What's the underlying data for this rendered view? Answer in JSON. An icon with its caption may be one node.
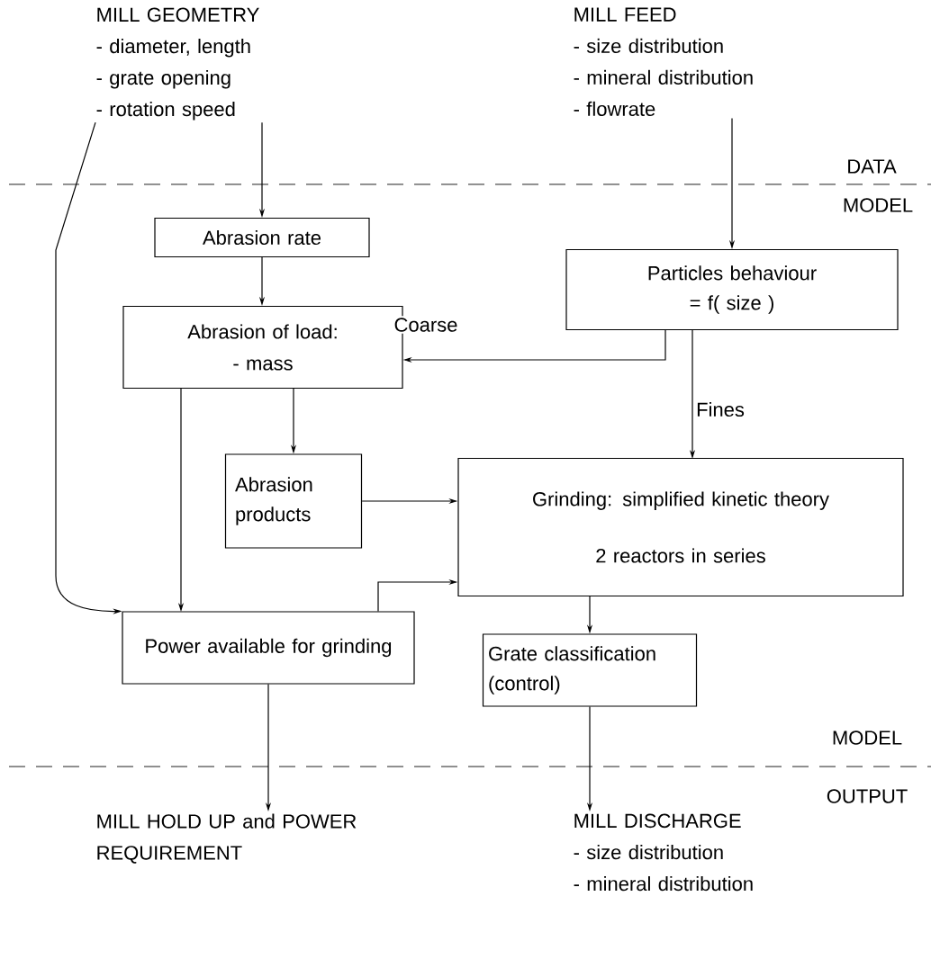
{
  "diagram": {
    "nodes": [
      {
        "text": [
          "MILL GEOMETRY",
          "- diameter, length",
          "- grate opening",
          "- rotation speed"
        ]
      },
      {
        "text": [
          "MILL FEED",
          "- size distribution",
          "- mineral distribution",
          "- flowrate"
        ]
      },
      {
        "text": [
          "Abrasion rate"
        ]
      },
      {
        "text": [
          "Particles behaviour = f( size )"
        ]
      },
      {
        "text": [
          "Abrasion of load:",
          "- mass"
        ]
      },
      {
        "text": [
          "Abrasion products"
        ]
      },
      {
        "text": [
          "Grinding: simplified kinetic theory",
          "2 reactors in series"
        ]
      },
      {
        "text": [
          "Power available for grinding"
        ]
      },
      {
        "text": [
          "Grate classification (control)"
        ]
      },
      {
        "text": [
          "MILL HOLD UP and POWER REQUIREMENT"
        ]
      },
      {
        "text": [
          "MILL DISCHARGE",
          "- size distribution",
          "- mineral distribution"
        ]
      }
    ],
    "edges": [
      {
        "from": 0,
        "to": 2,
        "arrow": "to"
      },
      {
        "from": 0,
        "to": 7,
        "arrow": "to"
      },
      {
        "from": 1,
        "to": 3,
        "arrow": "to"
      },
      {
        "from": 2,
        "to": 4,
        "arrow": "to"
      },
      {
        "from": 3,
        "to": 4,
        "arrow": "to",
        "label": "Coarse"
      },
      {
        "from": 3,
        "to": 6,
        "arrow": "to",
        "label": "Fines"
      },
      {
        "from": 4,
        "to": 5,
        "arrow": "to"
      },
      {
        "from": 4,
        "to": 7,
        "arrow": "to"
      },
      {
        "from": 5,
        "to": 6,
        "arrow": "to"
      },
      {
        "from": 7,
        "to": 6,
        "arrow": "to"
      },
      {
        "from": 6,
        "to": 8,
        "arrow": "to"
      },
      {
        "from": 7,
        "to": 9,
        "arrow": "to"
      },
      {
        "from": 8,
        "to": 10,
        "arrow": "to"
      }
    ],
    "labels": [
      "DATA",
      "MODEL",
      "MODEL",
      "OUTPUT"
    ]
  }
}
